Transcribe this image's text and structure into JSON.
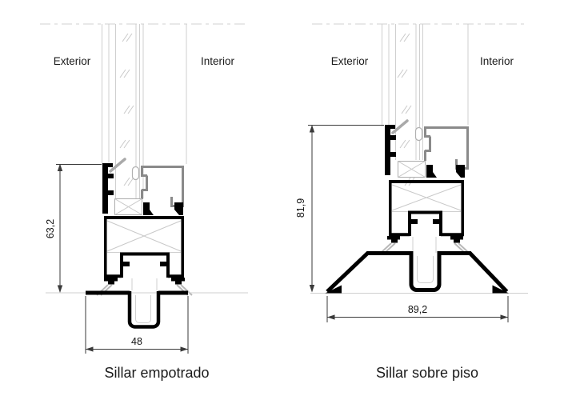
{
  "page": {
    "background": "#ffffff"
  },
  "colors": {
    "profile_black": "#000000",
    "sash_gray": "#8a8a8a",
    "construction_gray": "#cfcfcf",
    "dimension_gray": "#3a3a3a"
  },
  "figures": [
    {
      "id": "sillar-empotrado",
      "caption": "Sillar empotrado",
      "exterior_label": "Exterior",
      "interior_label": "Interior",
      "height_dimension": "63,2",
      "width_dimension": "48"
    },
    {
      "id": "sillar-sobre-piso",
      "caption": "Sillar sobre piso",
      "exterior_label": "Exterior",
      "interior_label": "Interior",
      "height_dimension": "81,9",
      "width_dimension": "89,2"
    }
  ]
}
